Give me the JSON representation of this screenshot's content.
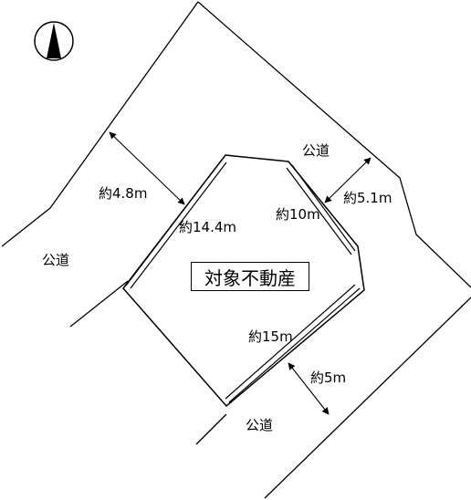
{
  "property_label": "対象不動産",
  "roads": {
    "top_right": "公道",
    "left": "公道",
    "bottom": "公道"
  },
  "dimensions": {
    "road_left_width": "約4.8m",
    "road_right_width": "約5.1m",
    "road_bottom_width": "約5m",
    "side_left": "約14.4m",
    "side_top_right": "約10m",
    "side_bottom": "約15m"
  },
  "icons": {
    "compass": "north-arrow-icon"
  }
}
